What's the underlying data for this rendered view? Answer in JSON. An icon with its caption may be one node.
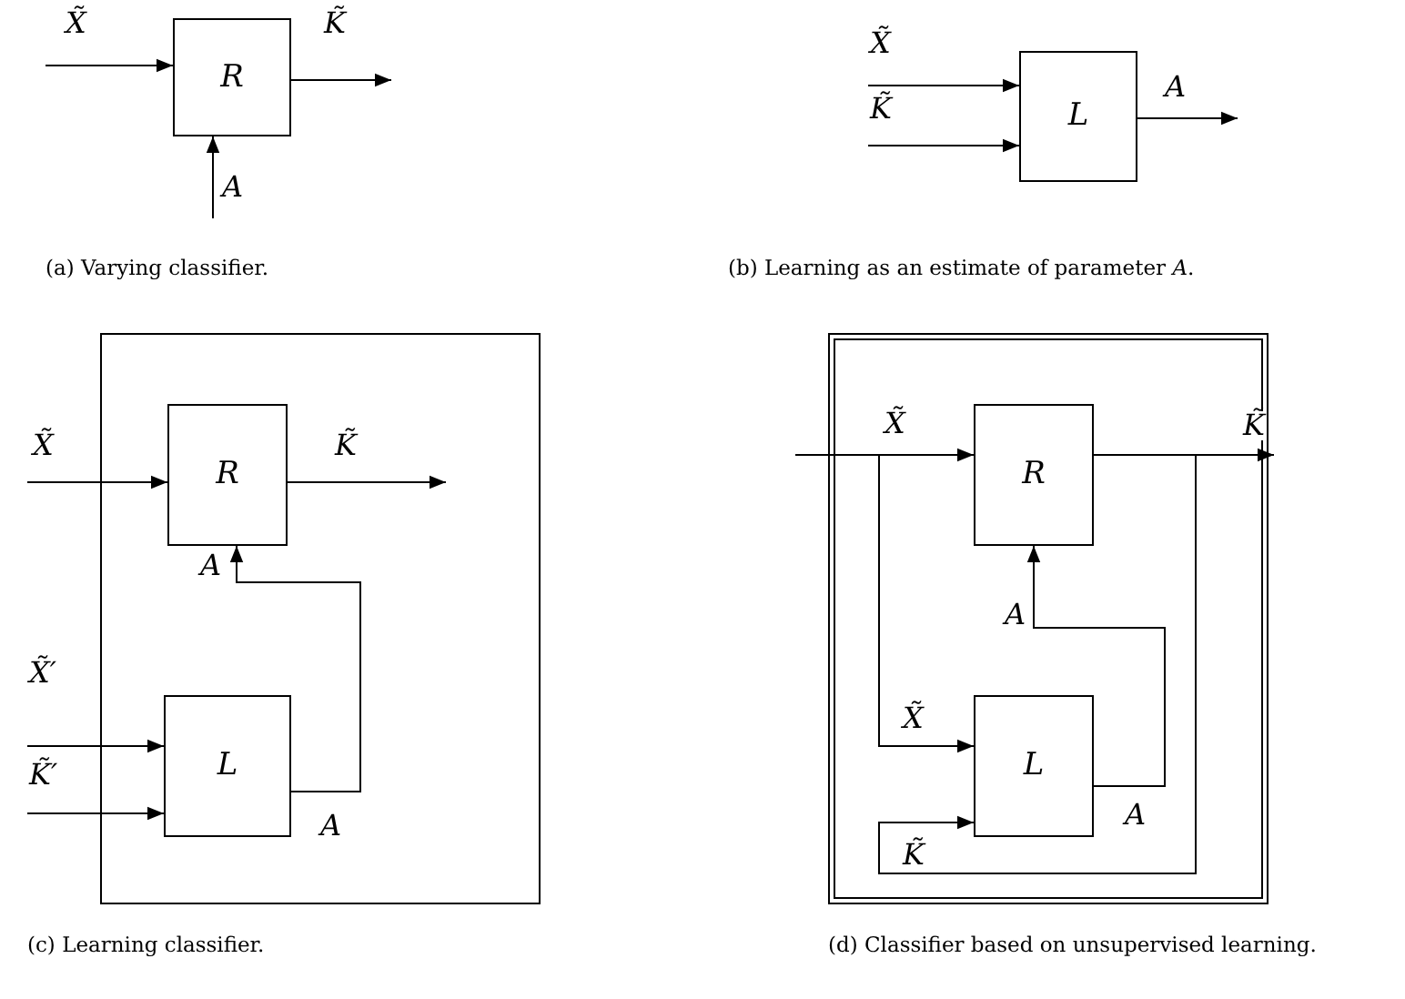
{
  "diagram": {
    "nodes": [
      {
        "text": [
          "R"
        ]
      },
      {
        "text": [
          "L"
        ]
      },
      {
        "text": [],
        "shape": "box"
      },
      {
        "text": [
          "R"
        ],
        "in": 2
      },
      {
        "text": [
          "L"
        ],
        "in": 2
      },
      {
        "text": [],
        "shape": "box"
      },
      {
        "text": [
          "R"
        ],
        "in": 5
      },
      {
        "text": [
          "L"
        ],
        "in": 5
      }
    ],
    "edges": [
      {
        "from": null,
        "to": 0,
        "arrow": "to",
        "label": "X̃"
      },
      {
        "from": 0,
        "to": null,
        "arrow": "to",
        "label": "K̃"
      },
      {
        "from": null,
        "to": 0,
        "arrow": "to",
        "label": "A"
      },
      {
        "from": null,
        "to": 1,
        "arrow": "to",
        "label": "X̃"
      },
      {
        "from": null,
        "to": 1,
        "arrow": "to",
        "label": "K̃"
      },
      {
        "from": 1,
        "to": null,
        "arrow": "to",
        "label": "A"
      },
      {
        "from": null,
        "to": 3,
        "arrow": "to",
        "label": "X̃"
      },
      {
        "from": 3,
        "to": null,
        "arrow": "to",
        "label": "K̃"
      },
      {
        "from": null,
        "to": 4,
        "arrow": "to",
        "label": "X̃′"
      },
      {
        "from": null,
        "to": 4,
        "arrow": "to",
        "label": "K̃′"
      },
      {
        "from": 4,
        "to": 3,
        "arrow": "to",
        "label": "A"
      },
      {
        "from": null,
        "to": 6,
        "arrow": "to",
        "label": "X̃"
      },
      {
        "from": null,
        "to": 7,
        "arrow": "to",
        "label": "X̃"
      },
      {
        "from": 6,
        "to": null,
        "arrow": "to",
        "label": "K̃"
      },
      {
        "from": 6,
        "to": 7,
        "arrow": "to",
        "label": "K̃"
      },
      {
        "from": 7,
        "to": 6,
        "arrow": "to",
        "label": "A"
      }
    ],
    "labels": [
      "(a) Varying classifier.",
      "(b) Learning as an estimate of parameter *A*.",
      "A",
      "A",
      "(c) Learning classifier.",
      "(d) Classifier based on unsupervised learning."
    ]
  }
}
